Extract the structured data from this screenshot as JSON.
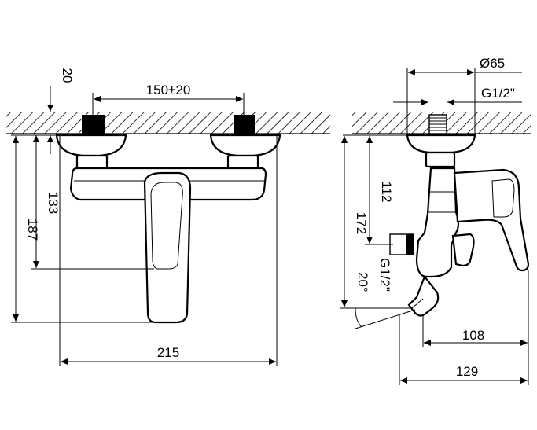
{
  "front_view": {
    "center_distance": "150±20",
    "wall_offset": "20",
    "height_133": "133",
    "height_187": "187",
    "width_215": "215"
  },
  "side_view": {
    "diameter": "Ø65",
    "inlet_thread": "G1/2\"",
    "height_112": "112",
    "height_172": "172",
    "outlet_thread": "G1/2\"",
    "angle": "20°",
    "depth_108": "108",
    "depth_129": "129"
  }
}
